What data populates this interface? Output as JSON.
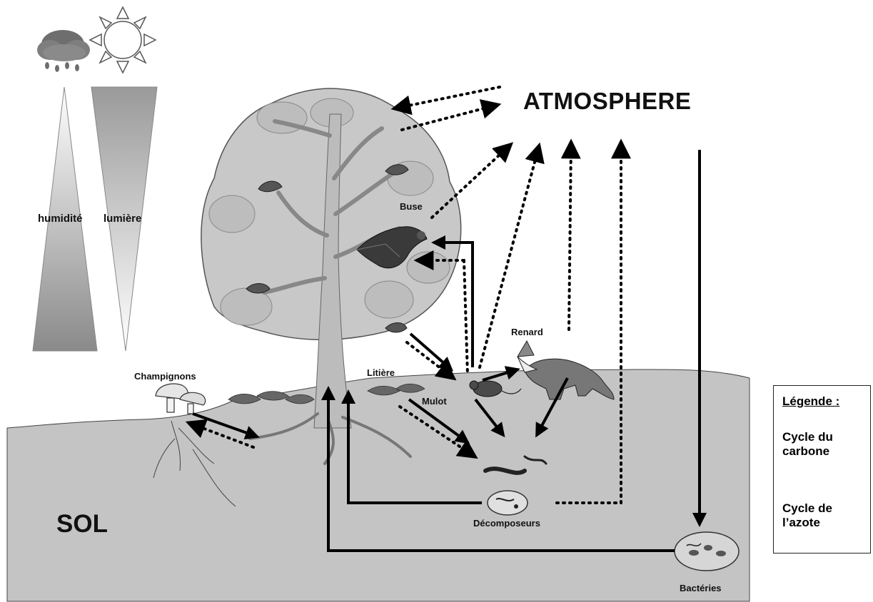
{
  "atmosphere_label": "ATMOSPHERE",
  "soil_label": "SOL",
  "gradients": {
    "humidity_label": "humidité",
    "light_label": "lumière"
  },
  "organisms": {
    "buzzard": "Buse",
    "fox": "Renard",
    "litter": "Litière",
    "mouse": "Mulot",
    "fungi": "Champignons",
    "decomposers": "Décomposeurs",
    "bacteria": "Bactéries"
  },
  "legend": {
    "title": "Légende :",
    "carbon_cycle": "Cycle du carbone",
    "nitrogen_cycle": "Cycle de l’azote"
  },
  "colors": {
    "soil": "#c4c4c4",
    "canopy": "#c8c8c8",
    "trunk": "#bcbcbc",
    "arrow": "#000000"
  },
  "icons": [
    "rain-cloud-icon",
    "sun-icon",
    "oak-leaf-icon",
    "buzzard-icon",
    "fox-icon",
    "mouse-icon",
    "mushroom-icon",
    "worm-icon",
    "bacteria-icon"
  ]
}
